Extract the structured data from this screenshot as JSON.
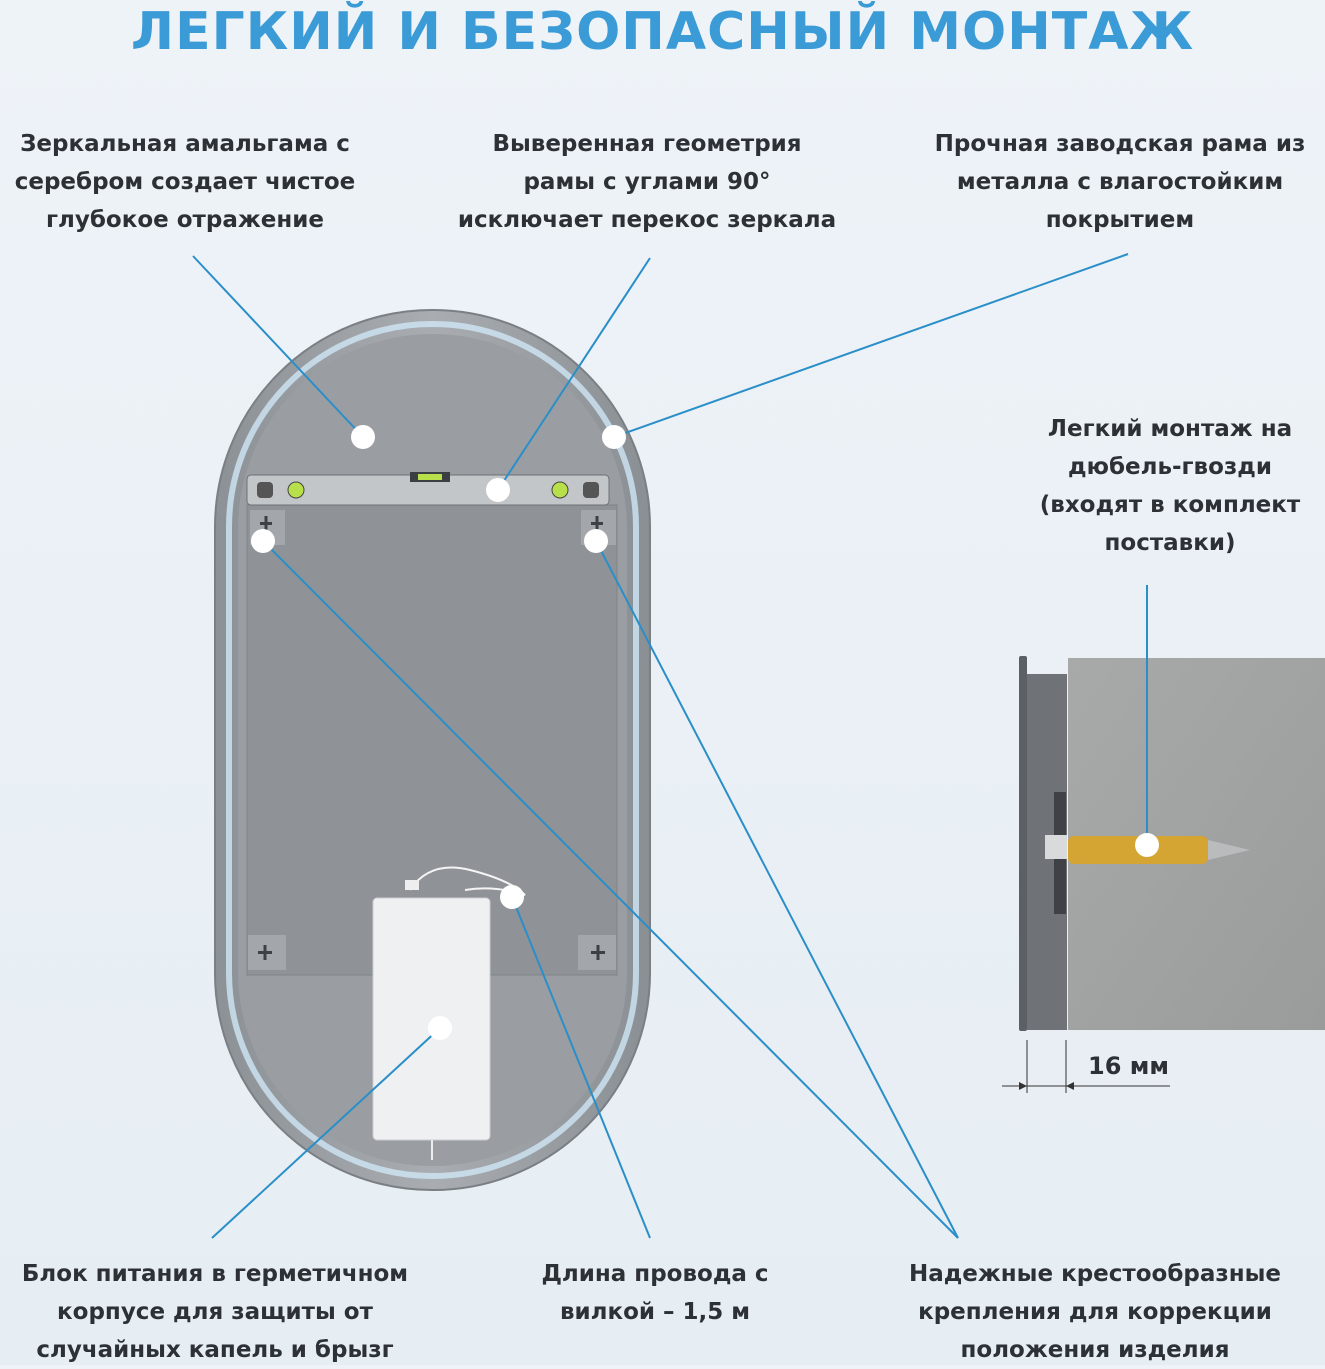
{
  "title": "ЛЕГКИЙ И БЕЗОПАСНЫЙ МОНТАЖ",
  "callouts": {
    "amalgam": [
      "Зеркальная амальгама с",
      "серебром создает чистое",
      "глубокое отражение"
    ],
    "geometry": [
      "Выверенная геометрия",
      "рамы с углами 90°",
      "исключает перекос зеркала"
    ],
    "frame": [
      "Прочная заводская рама из",
      "металла с влагостойким",
      "покрытием"
    ],
    "mounting": [
      "Легкий монтаж на",
      "дюбель-гвозди",
      "(входят в комплект",
      "поставки)"
    ],
    "power": [
      "Блок питания в герметичном",
      "корпусе для защиты от",
      "случайных капель и брызг"
    ],
    "cable": [
      "Длина провода с",
      "вилкой – 1,5 м"
    ],
    "brackets": [
      "Надежные крестообразные",
      "крепления для коррекции",
      "положения изделия"
    ]
  },
  "dimension": "16 мм",
  "colors": {
    "accent": "#3b9bd6",
    "line": "#2a8fc8",
    "text": "#2d3136"
  }
}
